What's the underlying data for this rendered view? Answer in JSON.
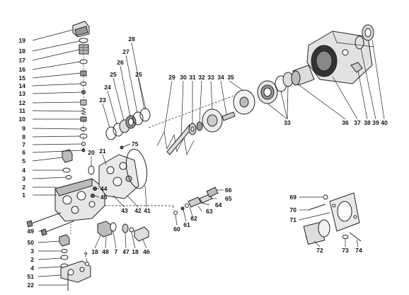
{
  "labels": {
    "l19": "19",
    "l18a": "18",
    "l17": "17",
    "l16": "16",
    "l15": "15",
    "l14": "14",
    "l13": "13",
    "l12": "12",
    "l11": "11",
    "l10": "10",
    "l9": "9",
    "l8": "8",
    "l7a": "7",
    "l6": "6",
    "l5": "5",
    "l4a": "4",
    "l3a": "3",
    "l2a": "2",
    "l1": "1",
    "l49": "49",
    "l50": "50",
    "l3b": "3",
    "l2b": "2",
    "l4b": "4",
    "l51": "51",
    "l22": "22",
    "l23": "23",
    "l24": "24",
    "l25a": "25",
    "l26": "26",
    "l27": "27",
    "l28": "28",
    "l25b": "25",
    "l20": "20",
    "l21": "21",
    "l75": "75",
    "l44": "44",
    "l45": "45",
    "l43": "43",
    "l42": "42",
    "l41": "41",
    "l18b": "18",
    "l48": "48",
    "l7b": "7",
    "l47": "47",
    "l18c": "18",
    "l46": "46",
    "lq": "?",
    "l29": "29",
    "l30": "30",
    "l31": "31",
    "l32": "32",
    "l33a": "33",
    "l34": "34",
    "l35": "35",
    "l33b": "33",
    "l36": "36",
    "l37": "37",
    "l38": "38",
    "l39": "39",
    "l40": "40",
    "l66": "66",
    "l65": "65",
    "l64": "64",
    "l63": "63",
    "l62": "62",
    "l61": "61",
    "l60": "60",
    "l69": "69",
    "l70": "70",
    "l71": "71",
    "l72": "72",
    "l73": "73",
    "l74": "74"
  }
}
